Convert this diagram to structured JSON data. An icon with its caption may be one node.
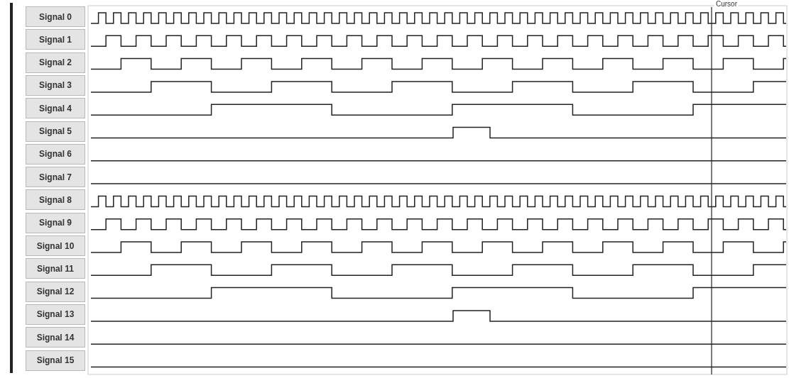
{
  "diagram": {
    "labels": [
      "Signal 0",
      "Signal 1",
      "Signal 2",
      "Signal 3",
      "Signal 4",
      "Signal 5",
      "Signal 6",
      "Signal 7",
      "Signal 8",
      "Signal 9",
      "Signal 10",
      "Signal 11",
      "Signal 12",
      "Signal 13",
      "Signal 14",
      "Signal 15",
      "Cursor"
    ]
  }
}
